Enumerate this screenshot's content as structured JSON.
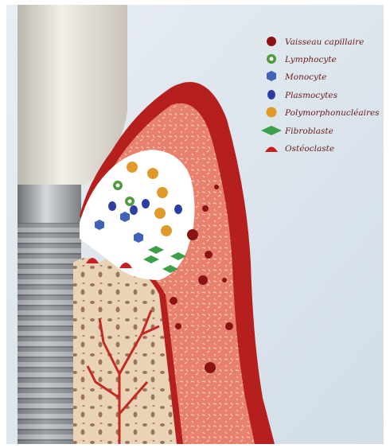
{
  "legend": {
    "items": [
      {
        "key": "vaisseau",
        "label": "Vaisseau capillaire",
        "icon": "capillary-vessel-icon",
        "color": "#8a1414"
      },
      {
        "key": "lymphocyte",
        "label": "Lymphocyte",
        "icon": "lymphocyte-icon",
        "color": "#4f9a3c"
      },
      {
        "key": "monocyte",
        "label": "Monocyte",
        "icon": "monocyte-icon",
        "color": "#3f63b8"
      },
      {
        "key": "plasmocyte",
        "label": "Plasmocytes",
        "icon": "plasmocyte-icon",
        "color": "#2c3fa0"
      },
      {
        "key": "pmn",
        "label": "Polymorphonucléaires",
        "icon": "polymorphonuclear-icon",
        "color": "#e09a2a"
      },
      {
        "key": "fibroblaste",
        "label": "Fibroblaste",
        "icon": "fibroblast-icon",
        "color": "#3aa04a"
      },
      {
        "key": "osteoclaste",
        "label": "Ostéoclaste",
        "icon": "osteoclast-icon",
        "color": "#c81f1f"
      }
    ]
  },
  "colors": {
    "background": "#dde6ee",
    "gingiva_outer": "#b51f1d",
    "gingiva_inner": "#e8806e",
    "bone": "#e9cfb1",
    "implant_metal": "#8e9296",
    "implant_crown": "#d9d4cc",
    "inflammation_zone": "#ffffff"
  }
}
